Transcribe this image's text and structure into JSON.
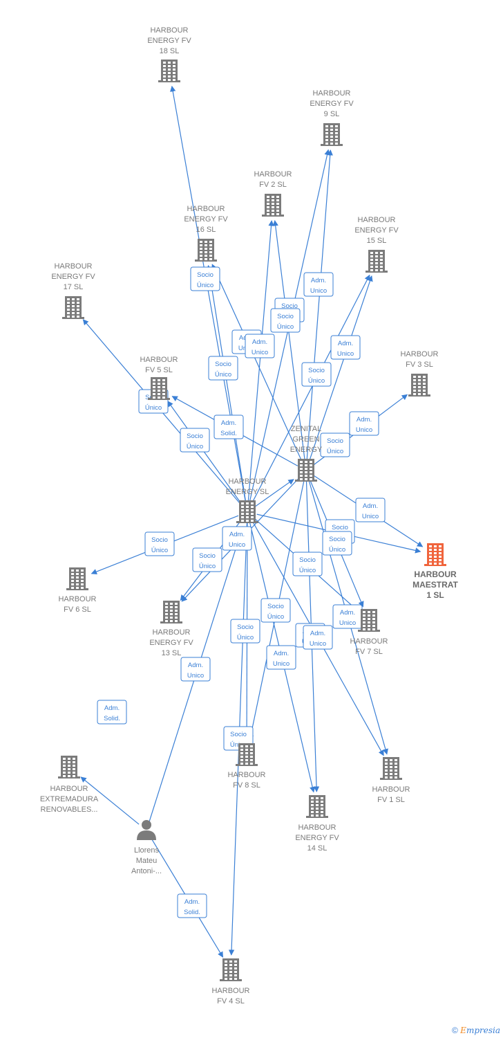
{
  "colors": {
    "edge": "#3a7fd5",
    "building": "#7b7b7b",
    "focus_building": "#f0643c",
    "label": "#7a7a7a"
  },
  "nodes": [
    {
      "id": "n18",
      "lines": [
        "HARBOUR",
        "ENERGY FV",
        "18  SL"
      ],
      "icon": "building-icon"
    },
    {
      "id": "n9",
      "lines": [
        "HARBOUR",
        "ENERGY FV",
        "9  SL"
      ],
      "icon": "building-icon"
    },
    {
      "id": "n2",
      "lines": [
        "HARBOUR",
        "FV 2  SL"
      ],
      "icon": "building-icon"
    },
    {
      "id": "n16",
      "lines": [
        "HARBOUR",
        "ENERGY FV",
        "16  SL"
      ],
      "icon": "building-icon"
    },
    {
      "id": "n15",
      "lines": [
        "HARBOUR",
        "ENERGY FV",
        "15  SL"
      ],
      "icon": "building-icon"
    },
    {
      "id": "n17",
      "lines": [
        "HARBOUR",
        "ENERGY FV",
        "17  SL"
      ],
      "icon": "building-icon"
    },
    {
      "id": "n3",
      "lines": [
        "HARBOUR",
        "FV 3  SL"
      ],
      "icon": "building-icon"
    },
    {
      "id": "n5",
      "lines": [
        "HARBOUR",
        "FV 5  SL"
      ],
      "icon": "building-icon"
    },
    {
      "id": "zenital",
      "lines": [
        "ZENITAL",
        "GREEN",
        "ENERGY"
      ],
      "icon": "building-icon"
    },
    {
      "id": "he",
      "lines": [
        "HARBOUR",
        "ENERGY  SL"
      ],
      "icon": "building-icon"
    },
    {
      "id": "maestrat",
      "lines": [
        "HARBOUR",
        "MAESTRAT",
        "1  SL"
      ],
      "icon": "building-icon",
      "focus": true
    },
    {
      "id": "n6",
      "lines": [
        "HARBOUR",
        "FV 6  SL"
      ],
      "icon": "building-icon"
    },
    {
      "id": "n13",
      "lines": [
        "HARBOUR",
        "ENERGY FV",
        "13  SL"
      ],
      "icon": "building-icon"
    },
    {
      "id": "n7",
      "lines": [
        "HARBOUR",
        "FV 7  SL"
      ],
      "icon": "building-icon"
    },
    {
      "id": "ext",
      "lines": [
        "HARBOUR",
        "EXTREMADURA",
        "RENOVABLES..."
      ],
      "icon": "building-icon"
    },
    {
      "id": "n8",
      "lines": [
        "HARBOUR",
        "FV 8  SL"
      ],
      "icon": "building-icon"
    },
    {
      "id": "n1",
      "lines": [
        "HARBOUR",
        "FV 1  SL"
      ],
      "icon": "building-icon"
    },
    {
      "id": "n14",
      "lines": [
        "HARBOUR",
        "ENERGY FV",
        "14  SL"
      ],
      "icon": "building-icon"
    },
    {
      "id": "llorens",
      "lines": [
        "Llorens",
        "Mateu",
        "Antoni-..."
      ],
      "icon": "person-icon"
    },
    {
      "id": "n4",
      "lines": [
        "HARBOUR",
        "FV 4  SL"
      ],
      "icon": "building-icon"
    }
  ],
  "edges": [
    {
      "from": "he",
      "to": "n18",
      "label": [
        "Socio",
        "Único"
      ]
    },
    {
      "from": "he",
      "to": "n9",
      "label": [
        "Socio",
        "Único"
      ]
    },
    {
      "from": "zenital",
      "to": "n9",
      "label": [
        "Adm.",
        "Unico"
      ]
    },
    {
      "from": "he",
      "to": "n2",
      "label": [
        "Adm.",
        "Unico"
      ]
    },
    {
      "from": "zenital",
      "to": "n2",
      "label": [
        "Socio",
        "Único"
      ]
    },
    {
      "from": "he",
      "to": "n16",
      "label": [
        "Socio",
        "Único"
      ]
    },
    {
      "from": "zenital",
      "to": "n16",
      "label": [
        "Adm.",
        "Unico"
      ]
    },
    {
      "from": "zenital",
      "to": "n15",
      "label": [
        "Adm.",
        "Unico"
      ]
    },
    {
      "from": "he",
      "to": "n15",
      "label": [
        "Socio",
        "Único"
      ]
    },
    {
      "from": "he",
      "to": "n17",
      "label": [
        "Socio",
        "Único"
      ]
    },
    {
      "from": "zenital",
      "to": "n3",
      "label": [
        "Adm.",
        "Unico"
      ]
    },
    {
      "from": "he",
      "to": "n5",
      "label": [
        "Socio",
        "Único"
      ]
    },
    {
      "from": "zenital",
      "to": "n5",
      "label": [
        "Adm.",
        "Solid."
      ]
    },
    {
      "from": "he",
      "to": "zenital",
      "label": [
        "Socio",
        "Único"
      ]
    },
    {
      "from": "he",
      "to": "maestrat",
      "label": [
        "Socio",
        "Único"
      ]
    },
    {
      "from": "zenital",
      "to": "maestrat",
      "label": [
        "Adm.",
        "Unico"
      ]
    },
    {
      "from": "he",
      "to": "n6",
      "label": [
        "Socio",
        "Único"
      ]
    },
    {
      "from": "he",
      "to": "n13",
      "label": [
        "Socio",
        "Único"
      ]
    },
    {
      "from": "zenital",
      "to": "n13",
      "label": [
        "Adm.",
        "Unico"
      ]
    },
    {
      "from": "he",
      "to": "n7",
      "label": [
        "Socio",
        "Único"
      ]
    },
    {
      "from": "zenital",
      "to": "n7",
      "label": [
        "Adm.",
        "Unico"
      ]
    },
    {
      "from": "he",
      "to": "n8",
      "label": [
        "Socio",
        "Único"
      ]
    },
    {
      "from": "zenital",
      "to": "n8",
      "label": [
        "Adm.",
        "Unico"
      ]
    },
    {
      "from": "he",
      "to": "n1",
      "label": [
        "Socio",
        "Único"
      ]
    },
    {
      "from": "zenital",
      "to": "n1",
      "label": [
        "Adm.",
        "Unico"
      ]
    },
    {
      "from": "he",
      "to": "n14",
      "label": [
        "Socio",
        "Único"
      ]
    },
    {
      "from": "zenital",
      "to": "n14",
      "label": [
        "Adm.",
        "Unico"
      ]
    },
    {
      "from": "llorens",
      "to": "ext",
      "label": [
        "Adm.",
        "Solid."
      ]
    },
    {
      "from": "llorens",
      "to": "he",
      "label": [
        "Adm.",
        "Unico"
      ]
    },
    {
      "from": "llorens",
      "to": "n4",
      "label": [
        "Adm.",
        "Solid."
      ]
    },
    {
      "from": "he",
      "to": "n4",
      "label": [
        "Socio",
        "Único"
      ]
    }
  ],
  "footer": {
    "copyright_symbol": "©",
    "brand_initial": "E",
    "brand_rest": "mpresia"
  }
}
